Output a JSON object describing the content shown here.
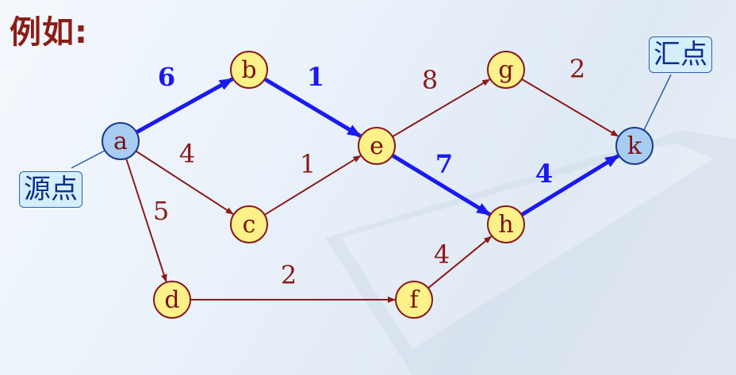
{
  "title": "例如:",
  "callouts": {
    "source": "源点",
    "sink": "汇点"
  },
  "colors": {
    "normal_edge": "#8b1a1a",
    "critical_edge": "#1a1aee",
    "node_fill": "#fdf28a",
    "node_stroke": "#8b1a1a",
    "terminal_fill": "#a8cdf2",
    "terminal_stroke": "#1b3a8c"
  },
  "nodes": [
    {
      "id": "a",
      "label": "a",
      "terminal": true
    },
    {
      "id": "b",
      "label": "b",
      "terminal": false
    },
    {
      "id": "c",
      "label": "c",
      "terminal": false
    },
    {
      "id": "d",
      "label": "d",
      "terminal": false
    },
    {
      "id": "e",
      "label": "e",
      "terminal": false
    },
    {
      "id": "f",
      "label": "f",
      "terminal": false
    },
    {
      "id": "g",
      "label": "g",
      "terminal": false
    },
    {
      "id": "h",
      "label": "h",
      "terminal": false
    },
    {
      "id": "k",
      "label": "k",
      "terminal": true
    }
  ],
  "edges": [
    {
      "from": "a",
      "to": "b",
      "weight": "6",
      "critical": true
    },
    {
      "from": "a",
      "to": "c",
      "weight": "4",
      "critical": false
    },
    {
      "from": "a",
      "to": "d",
      "weight": "5",
      "critical": false
    },
    {
      "from": "b",
      "to": "e",
      "weight": "1",
      "critical": true
    },
    {
      "from": "c",
      "to": "e",
      "weight": "1",
      "critical": false
    },
    {
      "from": "d",
      "to": "f",
      "weight": "2",
      "critical": false
    },
    {
      "from": "e",
      "to": "g",
      "weight": "8",
      "critical": false
    },
    {
      "from": "e",
      "to": "h",
      "weight": "7",
      "critical": true
    },
    {
      "from": "f",
      "to": "h",
      "weight": "4",
      "critical": false
    },
    {
      "from": "g",
      "to": "k",
      "weight": "2",
      "critical": false
    },
    {
      "from": "h",
      "to": "k",
      "weight": "4",
      "critical": true
    }
  ]
}
